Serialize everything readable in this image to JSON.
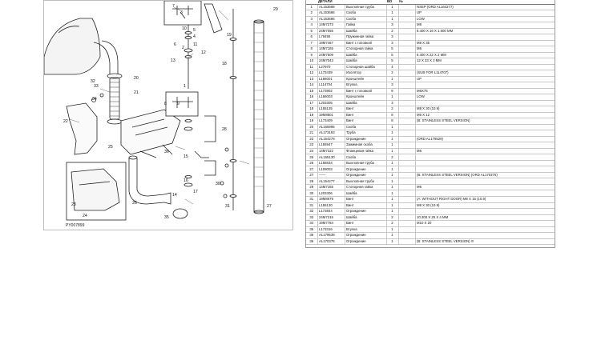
{
  "diagram": {
    "figure_code": "PY007899",
    "callouts": [
      "1",
      "2",
      "3",
      "4",
      "5",
      "6",
      "7",
      "8",
      "9",
      "10",
      "11",
      "12",
      "13",
      "14",
      "15",
      "16",
      "17",
      "18",
      "19",
      "20",
      "21",
      "22",
      "23",
      "24",
      "25",
      "26",
      "27",
      "28",
      "29",
      "30",
      "31",
      "32",
      "33",
      "34",
      "35",
      "36"
    ]
  },
  "table": {
    "headers": [
      "",
      "ДЕТАЛИ",
      "",
      "ВО",
      "№",
      ""
    ],
    "rows": [
      {
        "no": "1",
        "part": "AL153688",
        "name": "Выхлопная труба",
        "qty": "1",
        "note": "NSEP (ORD AL164277)"
      },
      {
        "no": "2",
        "part": "AL153686",
        "name": "Скоба",
        "qty": "1",
        "note": "UP"
      },
      {
        "no": "3",
        "part": "AL153686",
        "name": "Скоба",
        "qty": "1",
        "note": "LOW"
      },
      {
        "no": "4",
        "part": "14M7273",
        "name": "Гайка",
        "qty": "3",
        "note": "M8"
      },
      {
        "no": "5",
        "part": "24M7055",
        "name": "Шайба",
        "qty": "2",
        "note": "8.400 X 16 X 1.600 MM"
      },
      {
        "no": "6",
        "part": "L79495",
        "name": "Пружинная гайка",
        "qty": "3",
        "note": ""
      },
      {
        "no": "7",
        "part": "19M7467",
        "name": "Винт с головкой",
        "qty": "3",
        "note": "M8 X 35"
      },
      {
        "no": "8",
        "part": "14M7165",
        "name": "Стопорная гайка",
        "qty": "5",
        "note": "M6"
      },
      {
        "no": "9",
        "part": "24M7509",
        "name": "Шайба",
        "qty": "5",
        "note": "8.400 X 22 X 2 MM"
      },
      {
        "no": "10",
        "part": "24M7043",
        "name": "Шайба",
        "qty": "5",
        "note": "12 X 33 X 3 MM"
      },
      {
        "no": "11",
        "part": "L27970",
        "name": "Стопорная шайба",
        "qty": "4",
        "note": ""
      },
      {
        "no": "12",
        "part": "L173439",
        "name": "Изолятор",
        "qty": "2",
        "note": "(SUB FOR L114707)"
      },
      {
        "no": "13",
        "part": "L166001",
        "name": "Кронштейн",
        "qty": "1",
        "note": "UP"
      },
      {
        "no": "14",
        "part": "L114704",
        "name": "Втулка",
        "qty": "3",
        "note": ""
      },
      {
        "no": "15",
        "part": "L173902",
        "name": "Винт с головкой",
        "qty": "8",
        "note": "M6X75"
      },
      {
        "no": "16",
        "part": "L166003",
        "name": "Кронштейн",
        "qty": "1",
        "note": "LOW"
      },
      {
        "no": "17",
        "part": "L203305",
        "name": "Шайба",
        "qty": "3",
        "note": ""
      },
      {
        "no": "18",
        "part": "L155135",
        "name": "Винт",
        "qty": "2",
        "note": "M8 X 30 (10.9)"
      },
      {
        "no": "19",
        "part": "19M8801",
        "name": "Винт",
        "qty": "8",
        "note": "M6 X 12"
      },
      {
        "no": "19",
        "part": "L173409",
        "name": "Винт",
        "qty": "8",
        "note": "(B: STAINLESS STEEL VERSION)"
      },
      {
        "no": "20",
        "part": "AL165995",
        "name": "Скоба",
        "qty": "1",
        "note": ""
      },
      {
        "no": "21",
        "part": "AL173163",
        "name": "Труба",
        "qty": "1",
        "note": ""
      },
      {
        "no": "22",
        "part": "AL164279",
        "name": "Ограждение",
        "qty": "1",
        "note": "(ORD AL179529)"
      },
      {
        "no": "23",
        "part": "L155947",
        "name": "Зажимная скоба",
        "qty": "1",
        "note": ""
      },
      {
        "no": "24",
        "part": "14M7322",
        "name": "Фланцевая гайка",
        "qty": "1",
        "note": "M6"
      },
      {
        "no": "25",
        "part": "AL155130",
        "name": "Скоба",
        "qty": "2",
        "note": ""
      },
      {
        "no": "26",
        "part": "L168834",
        "name": "Выхлопная труба",
        "qty": "1",
        "note": ""
      },
      {
        "no": "27",
        "part": "L109003",
        "name": "Ограждение",
        "qty": "1",
        "note": ""
      },
      {
        "no": "27",
        "part": "------",
        "name": "Ограждение",
        "qty": "1",
        "note": "(B: STAINLESS STEEL VERSION) (ORD AL170376)"
      },
      {
        "no": "28",
        "part": "AL164277",
        "name": "Выхлопная труба",
        "qty": "1",
        "note": ""
      },
      {
        "no": "29",
        "part": "14M7165",
        "name": "Стопорная гайка",
        "qty": "1",
        "note": "M6"
      },
      {
        "no": "30",
        "part": "L203306",
        "name": "Шайба",
        "qty": "1",
        "note": ""
      },
      {
        "no": "31",
        "part": "19M8679",
        "name": "Винт",
        "qty": "1",
        "note": "(A: WITHOUT RIGHT DOOR) M8 X 16 (10.9)"
      },
      {
        "no": "31",
        "part": "L155130",
        "name": "Винт",
        "qty": "1",
        "note": "M8 X 30 (10.9)"
      },
      {
        "no": "32",
        "part": "L173844",
        "name": "Ограждение",
        "qty": "1",
        "note": ""
      },
      {
        "no": "33",
        "part": "24M7215",
        "name": "Шайба",
        "qty": "2",
        "note": "10.300 X 25 X 4 MM"
      },
      {
        "no": "34",
        "part": "19M7784",
        "name": "Винт",
        "qty": "2",
        "note": "M10 X 20"
      },
      {
        "no": "35",
        "part": "L173316",
        "name": "Втулка",
        "qty": "1",
        "note": ""
      },
      {
        "no": "36",
        "part": "AL179539",
        "name": "Ограждение",
        "qty": "1",
        "note": ""
      },
      {
        "no": "36",
        "part": "AL170376",
        "name": "Ограждение",
        "qty": "1",
        "note": "(B: STAINLESS STEEL VERSION) !!!"
      }
    ]
  }
}
